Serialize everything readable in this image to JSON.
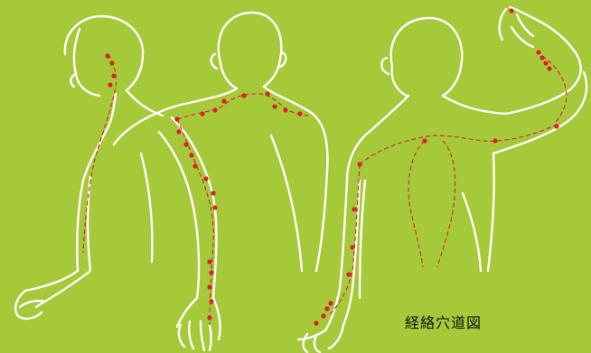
{
  "caption": "経絡穴道図",
  "colors": {
    "background": "#a6c93a",
    "outline": "#ffffff",
    "meridian": "#d8222a"
  },
  "figures": [
    {
      "name": "figure-left",
      "view": "side-back"
    },
    {
      "name": "figure-center",
      "view": "back"
    },
    {
      "name": "figure-right",
      "view": "back-arm-raised"
    }
  ]
}
